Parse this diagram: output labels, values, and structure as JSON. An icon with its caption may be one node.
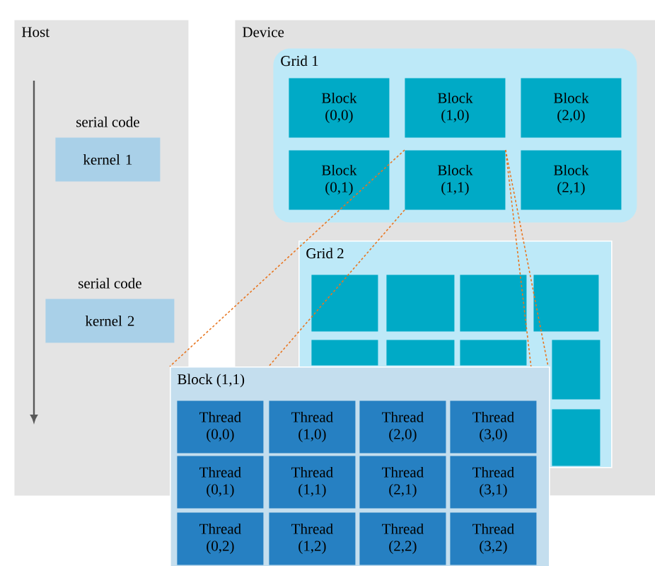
{
  "diagram": {
    "nodes": [
      {
        "text": [
          "Host"
        ]
      },
      {
        "text": [
          "kernel 1"
        ],
        "in": 0,
        "beside": [
          "serial code"
        ]
      },
      {
        "text": [
          "kernel 2"
        ],
        "in": 0,
        "beside": [
          "serial code"
        ]
      },
      {
        "text": [
          "Device"
        ]
      },
      {
        "text": [
          "Grid 1"
        ],
        "in": 3
      },
      {
        "text": [
          "Block (0,0)"
        ],
        "in": 4
      },
      {
        "text": [
          "Block (1,0)"
        ],
        "in": 4
      },
      {
        "text": [
          "Block (2,0)"
        ],
        "in": 4
      },
      {
        "text": [
          "Block (0,1)"
        ],
        "in": 4
      },
      {
        "text": [
          "Block (1,1)"
        ],
        "in": 4
      },
      {
        "text": [
          "Block (2,1)"
        ],
        "in": 4
      },
      {
        "text": [
          "Grid 2"
        ],
        "in": 3
      },
      {
        "text": [],
        "shape": "box",
        "in": 11
      },
      {
        "text": [],
        "shape": "box",
        "in": 11
      },
      {
        "text": [],
        "shape": "box",
        "in": 11
      },
      {
        "text": [],
        "shape": "box",
        "in": 11
      },
      {
        "text": [],
        "shape": "box",
        "in": 11
      },
      {
        "text": [],
        "shape": "box",
        "in": 11
      },
      {
        "text": [],
        "shape": "box",
        "in": 11
      },
      {
        "text": [],
        "shape": "box",
        "in": 11
      },
      {
        "text": [],
        "shape": "box",
        "in": 11
      },
      {
        "text": [
          "Block (1,1)"
        ]
      },
      {
        "text": [
          "Thread (0,0)"
        ],
        "in": 21
      },
      {
        "text": [
          "Thread (1,0)"
        ]
      },
      {
        "text": [
          "Thread (2,0)"
        ]
      },
      {
        "text": [
          "Thread (3,0)"
        ]
      },
      {
        "text": [
          "Thread (0,1)"
        ],
        "in": 21
      },
      {
        "text": [
          "Thread (1,1)"
        ],
        "in": 21
      },
      {
        "text": [
          "Thread (2,1)"
        ],
        "in": 21
      },
      {
        "text": [
          "Thread (3,1)"
        ],
        "in": 21
      },
      {
        "text": [
          "Thread (0,2)"
        ],
        "in": 21
      },
      {
        "text": [
          "Thread (1,2)"
        ],
        "in": 21
      },
      {
        "text": [
          "Thread (2,2)"
        ],
        "in": 21
      },
      {
        "text": [
          "Thread (3,2)"
        ],
        "in": 21
      }
    ],
    "edges": [
      {
        "from": 9,
        "to": 21,
        "arrow": "none",
        "style": "dashed",
        "color": "#e87722"
      },
      {
        "from": 9,
        "to": 21,
        "arrow": "none",
        "style": "dashed",
        "color": "#e87722"
      },
      {
        "from": 9,
        "to": 21,
        "arrow": "none",
        "style": "dashed",
        "color": "#e87722"
      },
      {
        "from": 9,
        "to": 21,
        "arrow": "none",
        "style": "dashed",
        "color": "#e87722"
      }
    ]
  }
}
